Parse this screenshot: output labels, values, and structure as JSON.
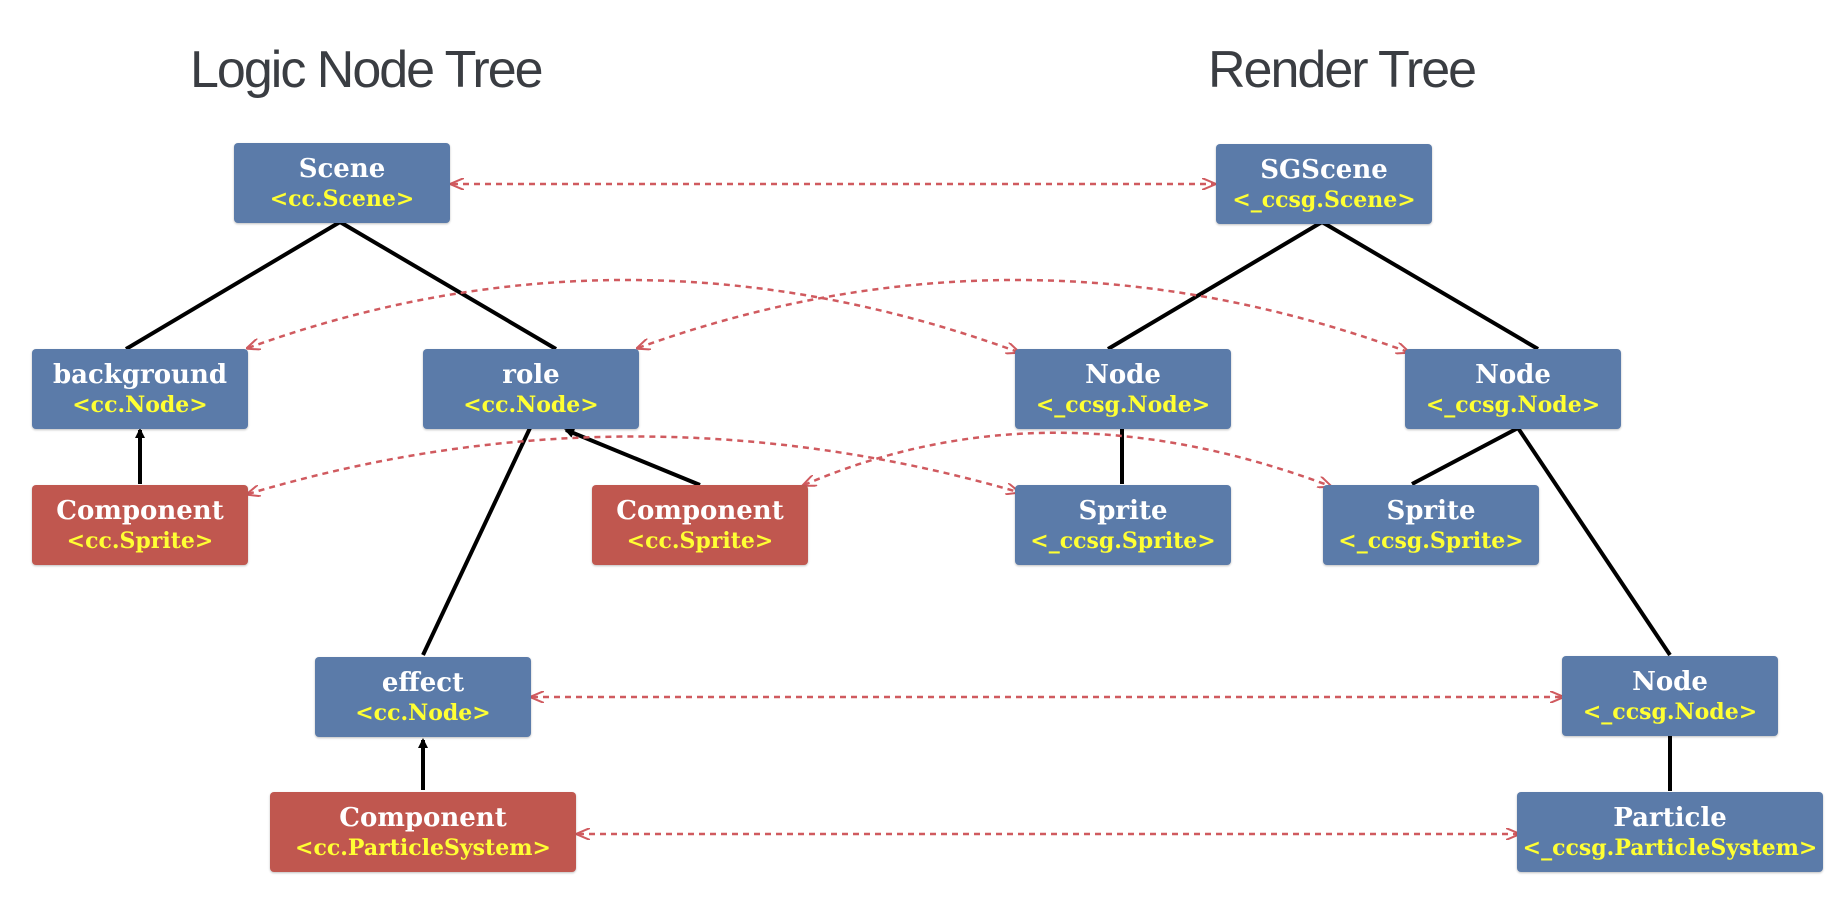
{
  "titles": {
    "left": "Logic Node Tree",
    "right": "Render Tree"
  },
  "colors": {
    "node": "#5b7ba9",
    "component": "#c0574f",
    "type_text": "#ffff33",
    "link": "#d05a5f",
    "edge": "#000000"
  },
  "logic_tree": {
    "scene": {
      "name": "Scene",
      "type": "<cc.Scene>"
    },
    "background": {
      "name": "background",
      "type": "<cc.Node>"
    },
    "role": {
      "name": "role",
      "type": "<cc.Node>"
    },
    "effect": {
      "name": "effect",
      "type": "<cc.Node>"
    },
    "bg_component": {
      "name": "Component",
      "type": "<cc.Sprite>"
    },
    "role_component": {
      "name": "Component",
      "type": "<cc.Sprite>"
    },
    "effect_component": {
      "name": "Component",
      "type": "<cc.ParticleSystem>"
    }
  },
  "render_tree": {
    "sgscene": {
      "name": "SGScene",
      "type": "<_ccsg.Scene>"
    },
    "node_a": {
      "name": "Node",
      "type": "<_ccsg.Node>"
    },
    "node_b": {
      "name": "Node",
      "type": "<_ccsg.Node>"
    },
    "sprite_a": {
      "name": "Sprite",
      "type": "<_ccsg.Sprite>"
    },
    "sprite_b": {
      "name": "Sprite",
      "type": "<_ccsg.Sprite>"
    },
    "node_c": {
      "name": "Node",
      "type": "<_ccsg.Node>"
    },
    "particle": {
      "name": "Particle",
      "type": "<_ccsg.ParticleSystem>"
    }
  }
}
